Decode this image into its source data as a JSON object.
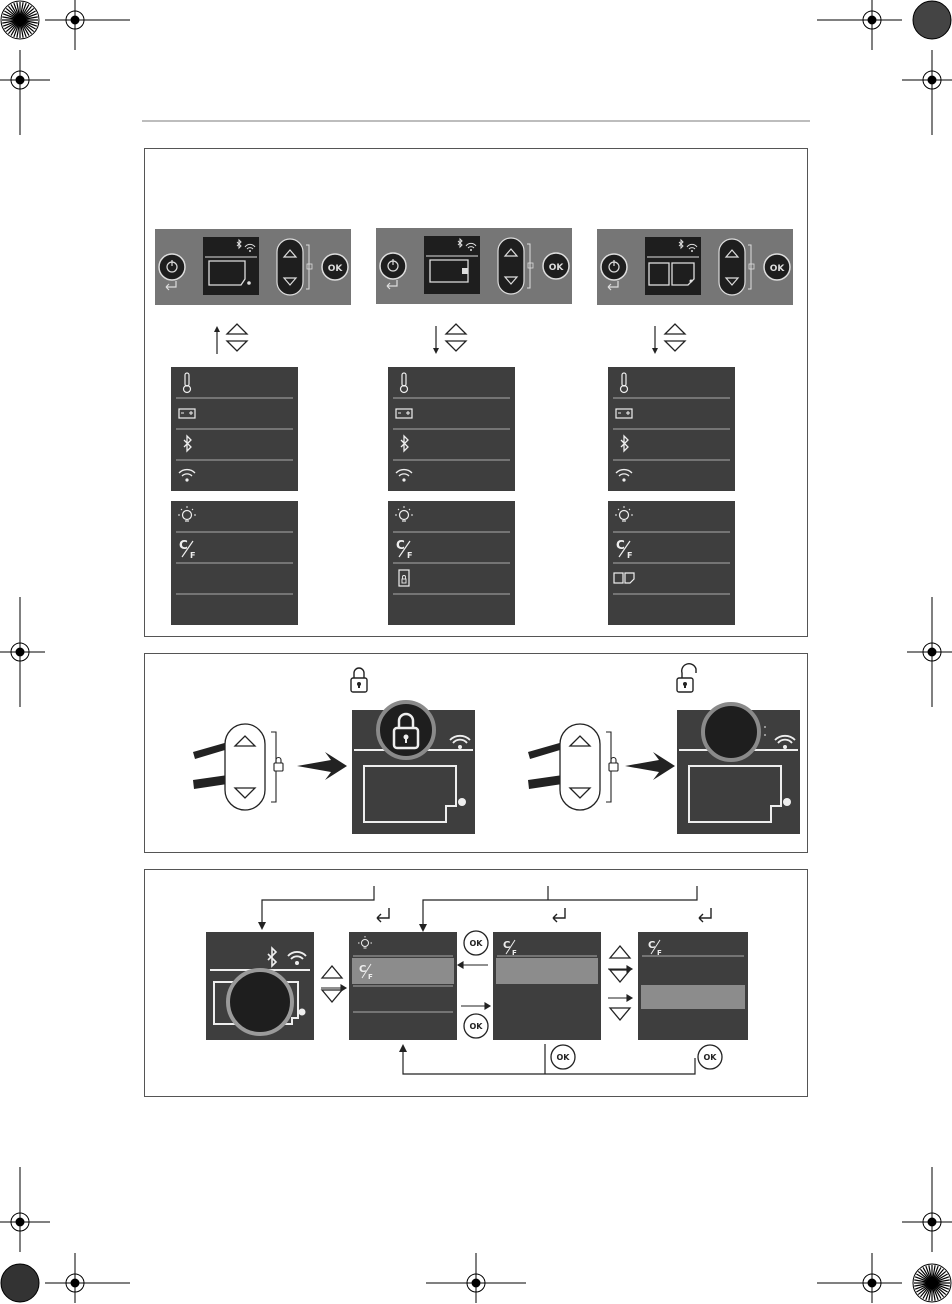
{
  "buttons": {
    "ok_label": "OK",
    "c_letter": "C",
    "f_letter": "F"
  },
  "colors": {
    "panel_gray": "#767676",
    "display_black": "#1e1e1e",
    "menu_dark": "#3e3e3e",
    "highlight_gray": "#8c8c8c",
    "frame_line": "#555555"
  },
  "panels": [
    {
      "display_variant": "single-compartment",
      "arrow_direction": "up"
    },
    {
      "display_variant": "single-compartment-alt",
      "arrow_direction": "down"
    },
    {
      "display_variant": "dual-compartment",
      "arrow_direction": "down"
    }
  ],
  "menus": {
    "top_icons": [
      "thermometer-icon",
      "battery-icon",
      "bluetooth-icon",
      "wifi-icon"
    ],
    "bottom_icons_columns": [
      [
        "lightbulb-icon",
        "celsius-fahrenheit-icon",
        "",
        ""
      ],
      [
        "lightbulb-icon",
        "celsius-fahrenheit-icon",
        "door-lock-icon",
        ""
      ],
      [
        "lightbulb-icon",
        "celsius-fahrenheit-icon",
        "compartments-icon",
        ""
      ]
    ]
  },
  "lock_section": {
    "steps": [
      "lock",
      "unlock"
    ]
  },
  "settings_section": {
    "screens": [
      "home-display",
      "settings-menu",
      "unit-selection",
      "unit-options"
    ]
  }
}
